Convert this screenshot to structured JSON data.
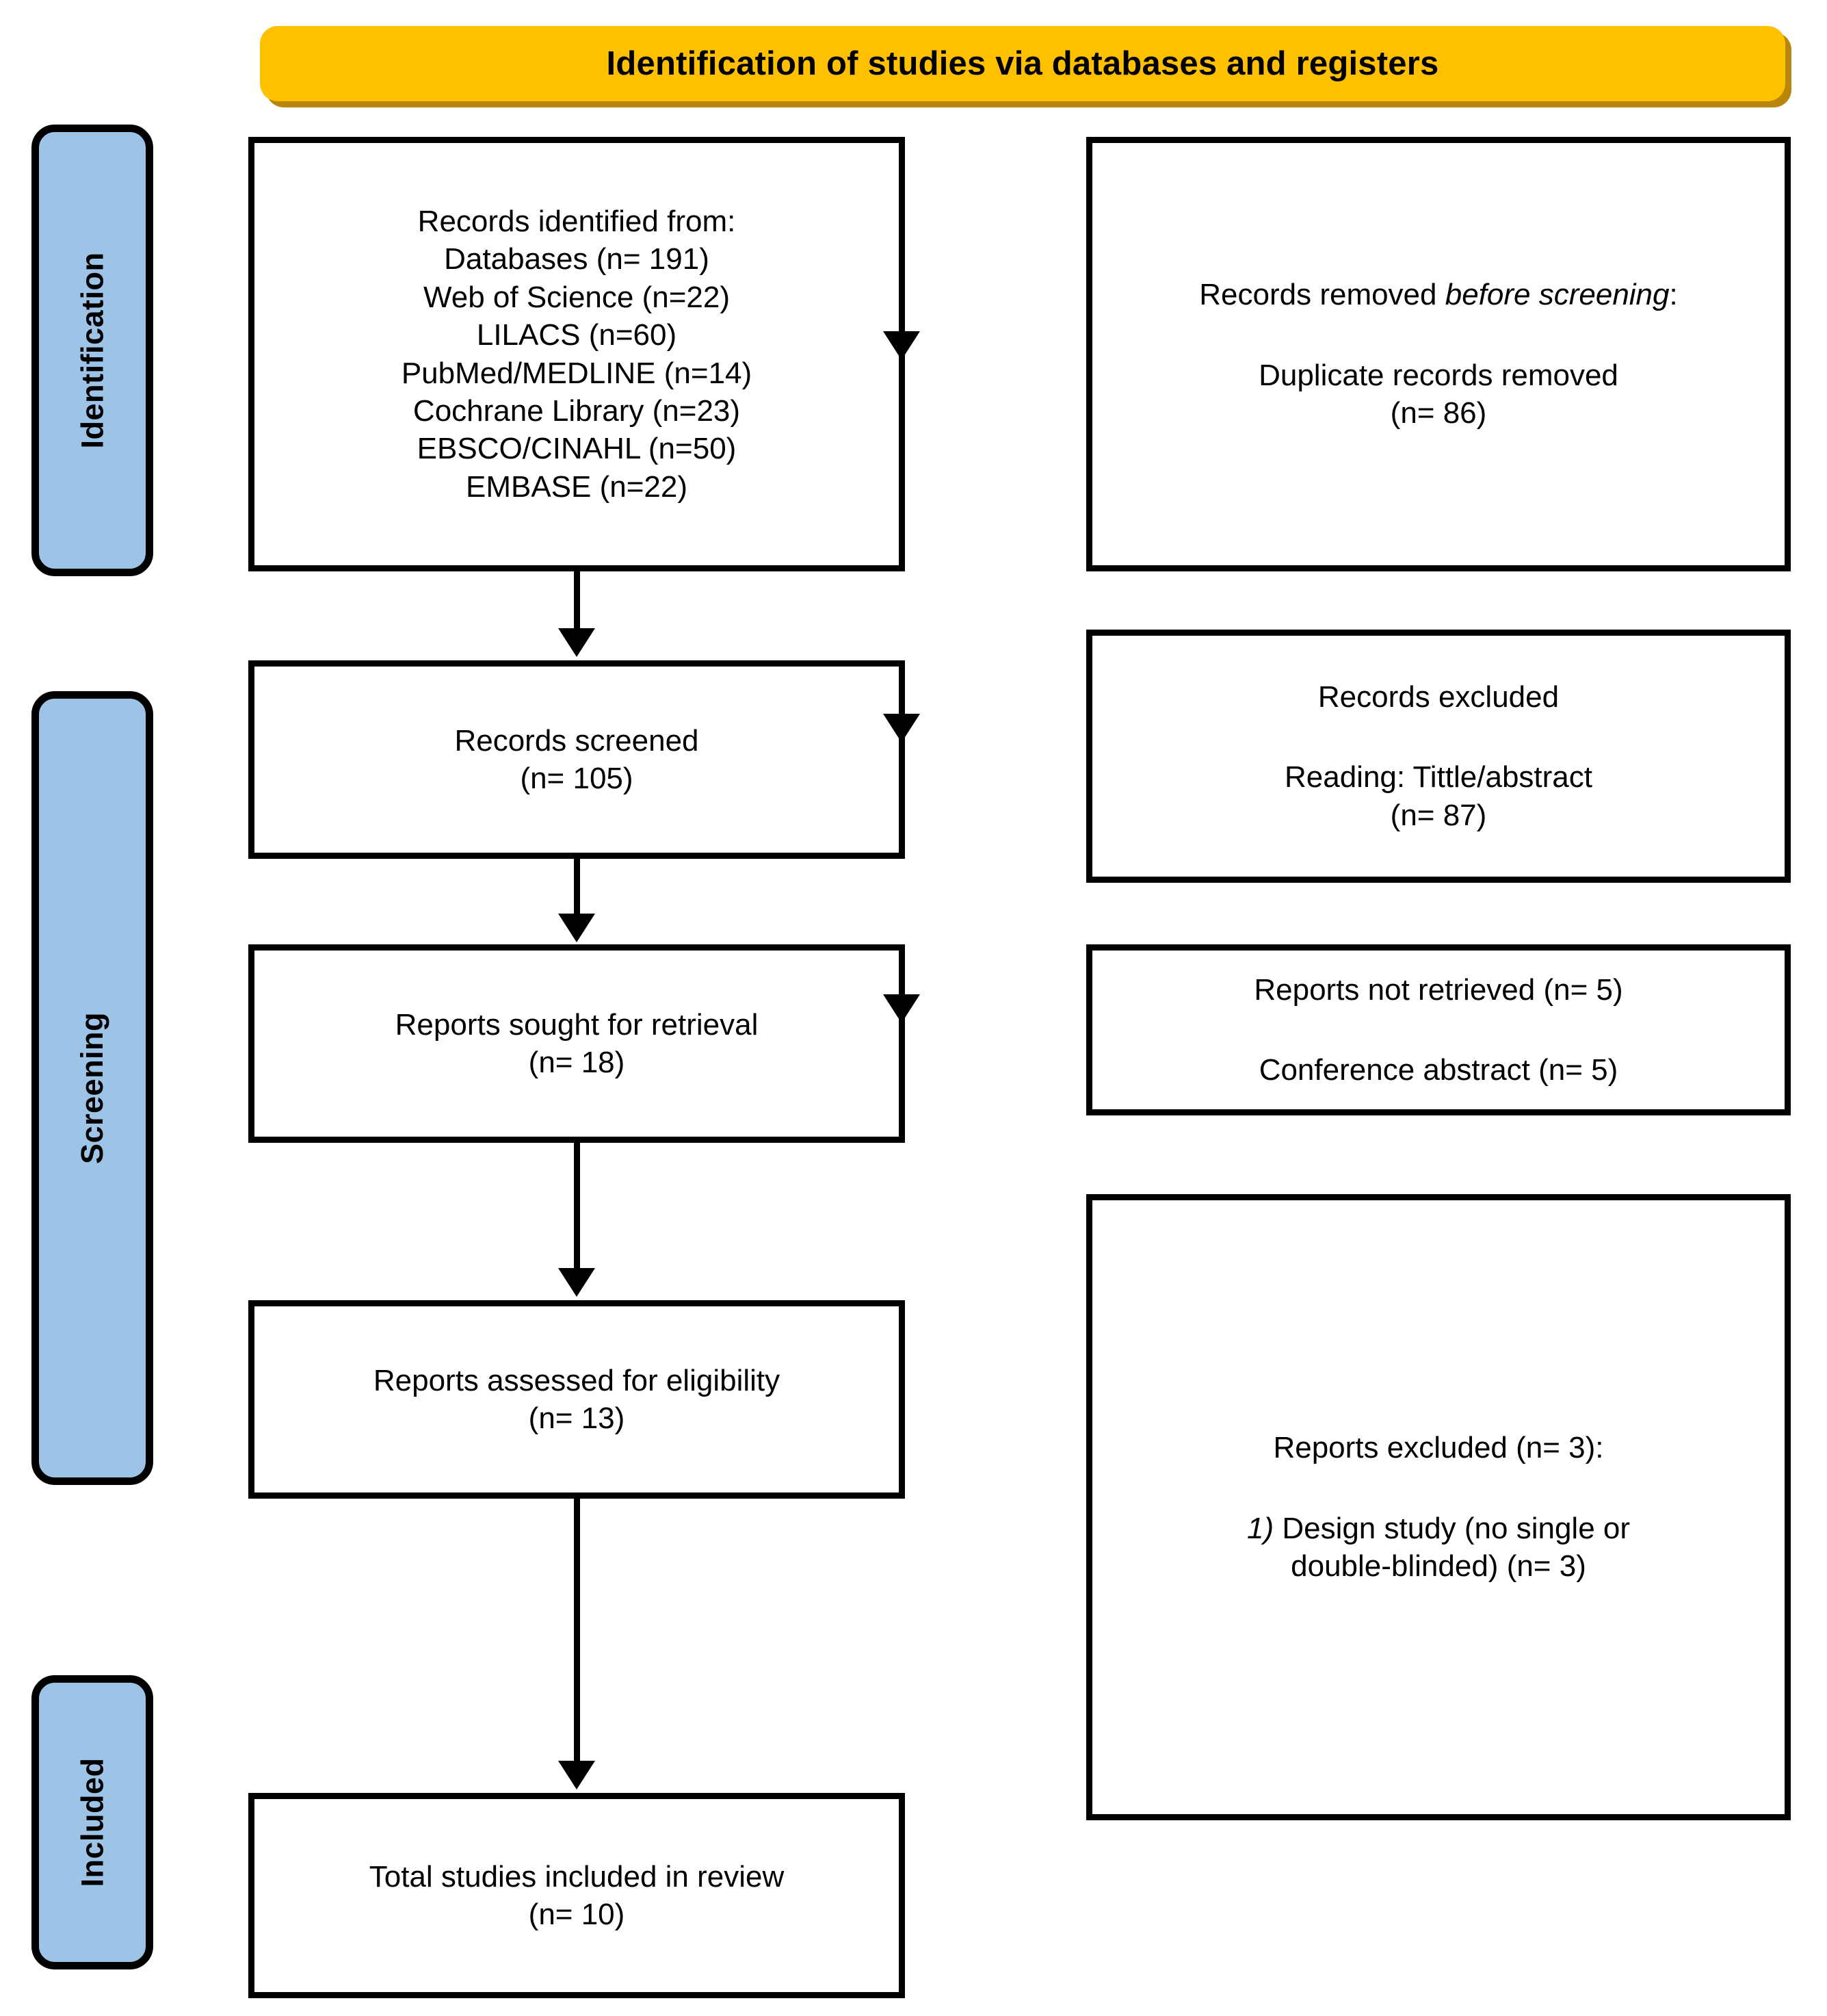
{
  "header": {
    "title": "Identification of studies via databases and registers",
    "bg_color": "#FFC000",
    "shadow_color": "#B8860B"
  },
  "stages": {
    "pill_color": "#9DC3E6",
    "items": [
      {
        "label": "Identification"
      },
      {
        "label": "Screening"
      },
      {
        "label": "Included"
      }
    ]
  },
  "flow": {
    "identified": {
      "lines": [
        "Records identified from:",
        "Databases (n= 191)",
        "Web of Science (n=22)",
        "LILACS (n=60)",
        "PubMed/MEDLINE (n=14)",
        "Cochrane Library (n=23)",
        "EBSCO/CINAHL (n=50)",
        "EMBASE (n=22)"
      ]
    },
    "screened": {
      "line1": "Records screened",
      "line2": "(n= 105)"
    },
    "sought": {
      "line1": "Reports sought for retrieval",
      "line2": "(n= 18)"
    },
    "assessed": {
      "line1": "Reports assessed for eligibility",
      "line2": "(n= 13)"
    },
    "included": {
      "line1": "Total studies included in review",
      "line2": "(n= 10)"
    }
  },
  "excluded": {
    "removed": {
      "line1_a": "Records removed ",
      "line1_b": "before screening",
      "line1_c": ":",
      "line2": "Duplicate records removed",
      "line3": "(n= 86)"
    },
    "records_excluded": {
      "line1": "Records excluded",
      "line2": "Reading: Tittle/abstract",
      "line3": "(n= 87)"
    },
    "not_retrieved": {
      "line1": "Reports not retrieved (n= 5)",
      "line2": "Conference abstract (n= 5)"
    },
    "reports_excluded": {
      "line1": "Reports excluded (n= 3):",
      "line2_a": "1)",
      "line2_b": " Design study (no single or",
      "line3": "double-blinded) (n= 3)"
    }
  },
  "chart_data": {
    "type": "diagram",
    "title": "PRISMA 2020 flow diagram",
    "subtitle": "Identification of studies via databases and registers",
    "stages": [
      "Identification",
      "Screening",
      "Included"
    ],
    "nodes": [
      {
        "id": "identified",
        "stage": "Identification",
        "label": "Records identified from",
        "n": 191,
        "sources": [
          {
            "name": "Databases",
            "n": 191
          },
          {
            "name": "Web of Science",
            "n": 22
          },
          {
            "name": "LILACS",
            "n": 60
          },
          {
            "name": "PubMed/MEDLINE",
            "n": 14
          },
          {
            "name": "Cochrane Library",
            "n": 23
          },
          {
            "name": "EBSCO/CINAHL",
            "n": 50
          },
          {
            "name": "EMBASE",
            "n": 22
          }
        ]
      },
      {
        "id": "removed",
        "stage": "Identification",
        "label": "Records removed before screening: Duplicate records removed",
        "n": 86
      },
      {
        "id": "screened",
        "stage": "Screening",
        "label": "Records screened",
        "n": 105
      },
      {
        "id": "records_excluded",
        "stage": "Screening",
        "label": "Records excluded - Reading: Tittle/abstract",
        "n": 87
      },
      {
        "id": "sought",
        "stage": "Screening",
        "label": "Reports sought for retrieval",
        "n": 18
      },
      {
        "id": "not_retrieved",
        "stage": "Screening",
        "label": "Reports not retrieved",
        "n": 5
      },
      {
        "id": "conference_abstract",
        "stage": "Screening",
        "label": "Conference abstract",
        "n": 5
      },
      {
        "id": "assessed",
        "stage": "Screening",
        "label": "Reports assessed for eligibility",
        "n": 13
      },
      {
        "id": "reports_excluded",
        "stage": "Screening",
        "label": "Reports excluded",
        "n": 3,
        "reasons": [
          {
            "name": "1) Design study (no single or double-blinded)",
            "n": 3
          }
        ]
      },
      {
        "id": "included",
        "stage": "Included",
        "label": "Total studies included in review",
        "n": 10
      }
    ],
    "edges": [
      {
        "from": "identified",
        "to": "removed"
      },
      {
        "from": "identified",
        "to": "screened"
      },
      {
        "from": "screened",
        "to": "records_excluded"
      },
      {
        "from": "screened",
        "to": "sought"
      },
      {
        "from": "sought",
        "to": "not_retrieved"
      },
      {
        "from": "sought",
        "to": "assessed"
      },
      {
        "from": "assessed",
        "to": "reports_excluded"
      },
      {
        "from": "assessed",
        "to": "included"
      }
    ]
  }
}
